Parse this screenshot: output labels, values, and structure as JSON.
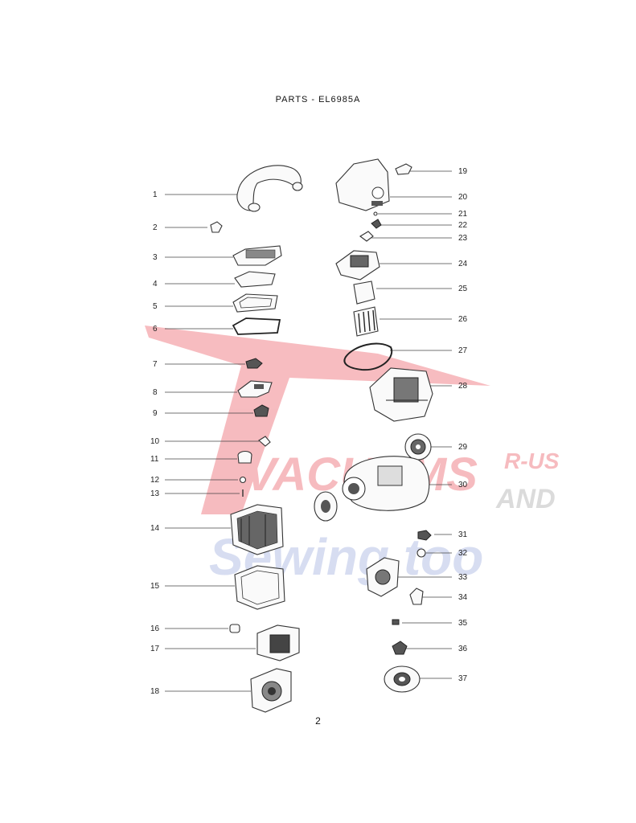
{
  "document": {
    "title": "PARTS - EL6985A",
    "page_number": "2"
  },
  "watermark": {
    "line1": "VACUUMS",
    "line2": "R-US",
    "line3": "AND",
    "line4": "Sewing too",
    "color_red": "#e8404a",
    "color_blue": "#8ea0d8",
    "color_gray": "#9a9a9a"
  },
  "callouts_left": [
    "1",
    "2",
    "3",
    "4",
    "5",
    "6",
    "7",
    "8",
    "9",
    "10",
    "11",
    "12",
    "13",
    "14",
    "15",
    "16",
    "17",
    "18"
  ],
  "callouts_right": [
    "19",
    "20",
    "21",
    "22",
    "23",
    "24",
    "25",
    "26",
    "27",
    "28",
    "29",
    "30",
    "31",
    "32",
    "33",
    "34",
    "35",
    "36",
    "37"
  ]
}
